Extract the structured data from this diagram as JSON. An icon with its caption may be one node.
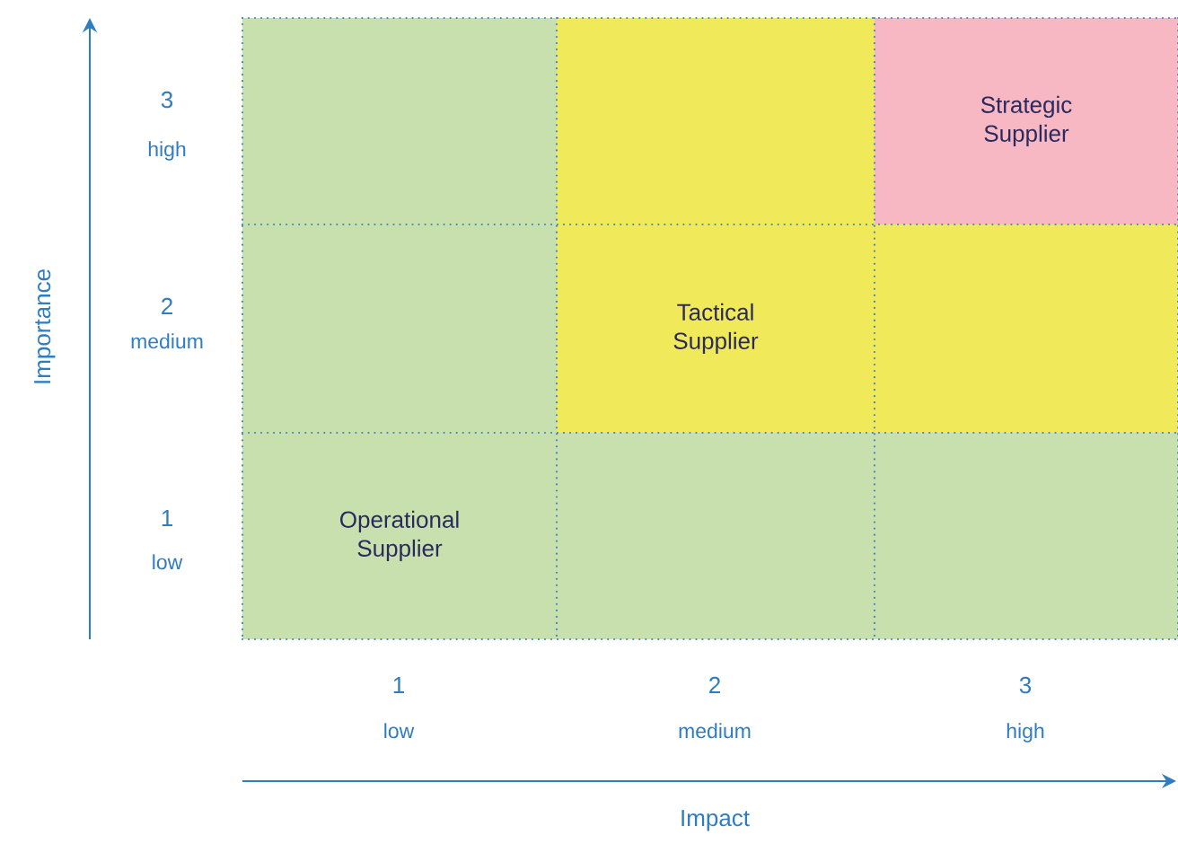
{
  "diagram": {
    "nodes": [
      {
        "text": [],
        "shape": "box"
      },
      {
        "text": [],
        "shape": "box"
      },
      {
        "text": [
          "Strategic Supplier"
        ]
      },
      {
        "text": [],
        "shape": "box"
      },
      {
        "text": [
          "Tactical Supplier"
        ]
      },
      {
        "text": [],
        "shape": "box"
      },
      {
        "text": [
          "Operational Supplier"
        ]
      },
      {
        "text": [],
        "shape": "box"
      },
      {
        "text": [],
        "shape": "box"
      }
    ],
    "edges": [],
    "labels": [
      "3",
      "high",
      "2",
      "medium",
      "1",
      "low",
      "1",
      "low",
      "2",
      "medium",
      "3",
      "high",
      "Importance",
      "Impact"
    ]
  }
}
